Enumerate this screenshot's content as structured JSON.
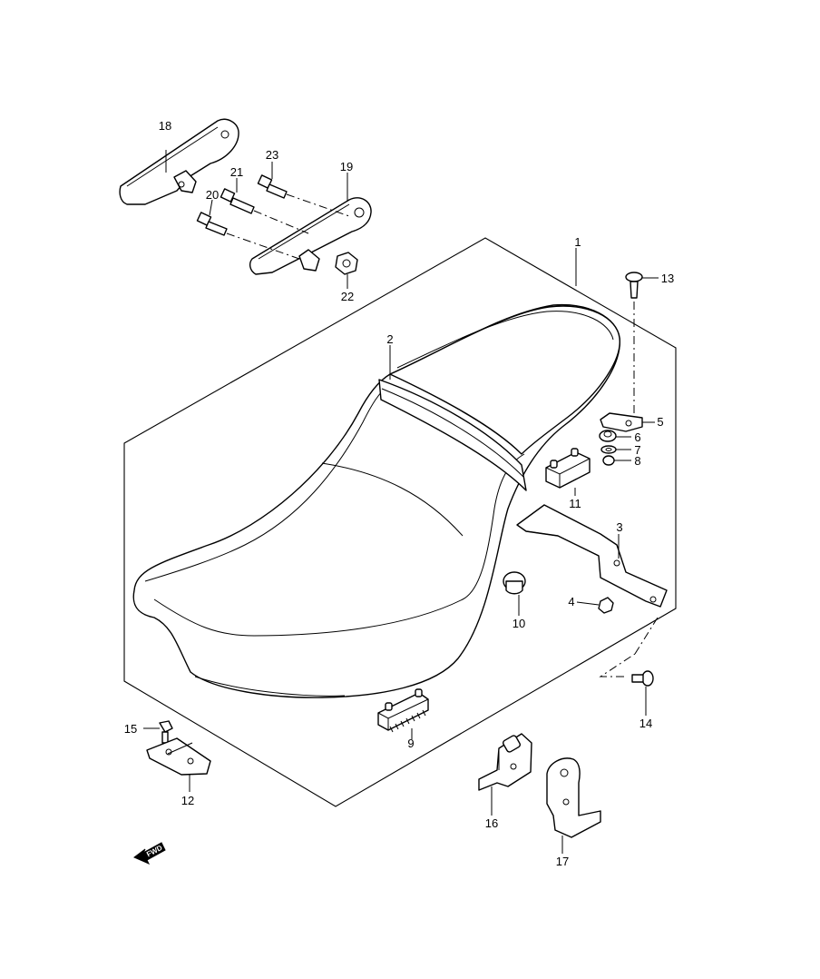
{
  "diagram": {
    "callouts": [
      "1",
      "2",
      "3",
      "4",
      "5",
      "6",
      "7",
      "8",
      "9",
      "10",
      "11",
      "12",
      "13",
      "14",
      "15",
      "16",
      "17",
      "18",
      "19",
      "20",
      "21",
      "22",
      "23"
    ],
    "forward_marker": "FWD"
  }
}
